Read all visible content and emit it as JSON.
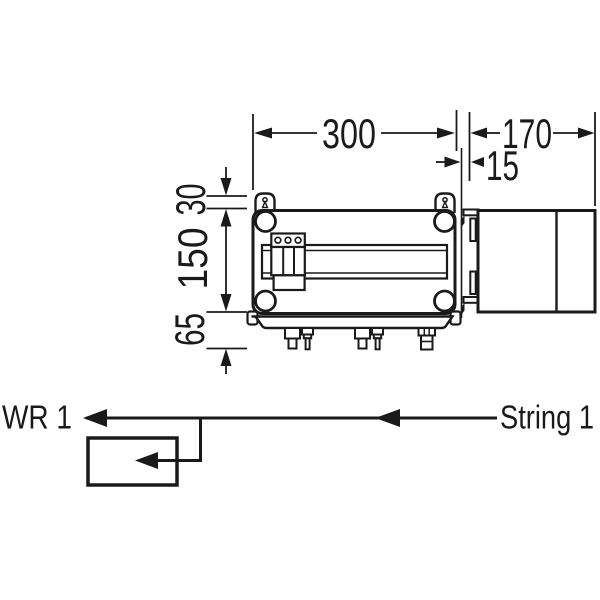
{
  "page": {
    "background": "#ffffff",
    "line_color": "#1a1a1a"
  },
  "enclosure_drawing": {
    "dim_width": "300",
    "dim_depth": "170",
    "dim_bracket_offset": "15",
    "dim_top": "30",
    "dim_middle": "150",
    "dim_bottom": "65"
  },
  "wiring_schematic": {
    "inverter_label": "WR 1",
    "string_label": "String 1"
  }
}
